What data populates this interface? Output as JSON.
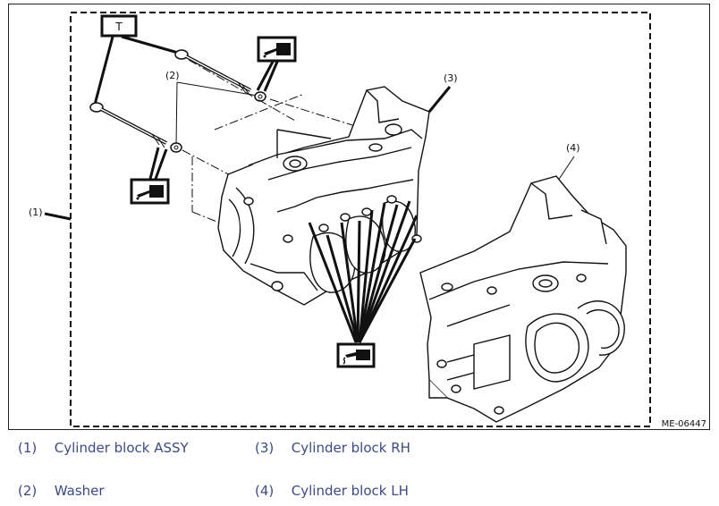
{
  "figure": {
    "code": "ME-06447",
    "callouts": [
      "(1)",
      "(2)",
      "(3)",
      "(4)"
    ],
    "symbols": {
      "torque_box": "T",
      "oil_can_icon": "oil-can-icon",
      "sealant_icon": "sealant-icon"
    }
  },
  "legend": [
    {
      "num": "(1)",
      "label": "Cylinder block ASSY"
    },
    {
      "num": "(2)",
      "label": "Washer"
    },
    {
      "num": "(3)",
      "label": "Cylinder block RH"
    },
    {
      "num": "(4)",
      "label": "Cylinder block LH"
    }
  ],
  "colors": {
    "legend_text": "#3b4a8c",
    "line": "#111111"
  }
}
